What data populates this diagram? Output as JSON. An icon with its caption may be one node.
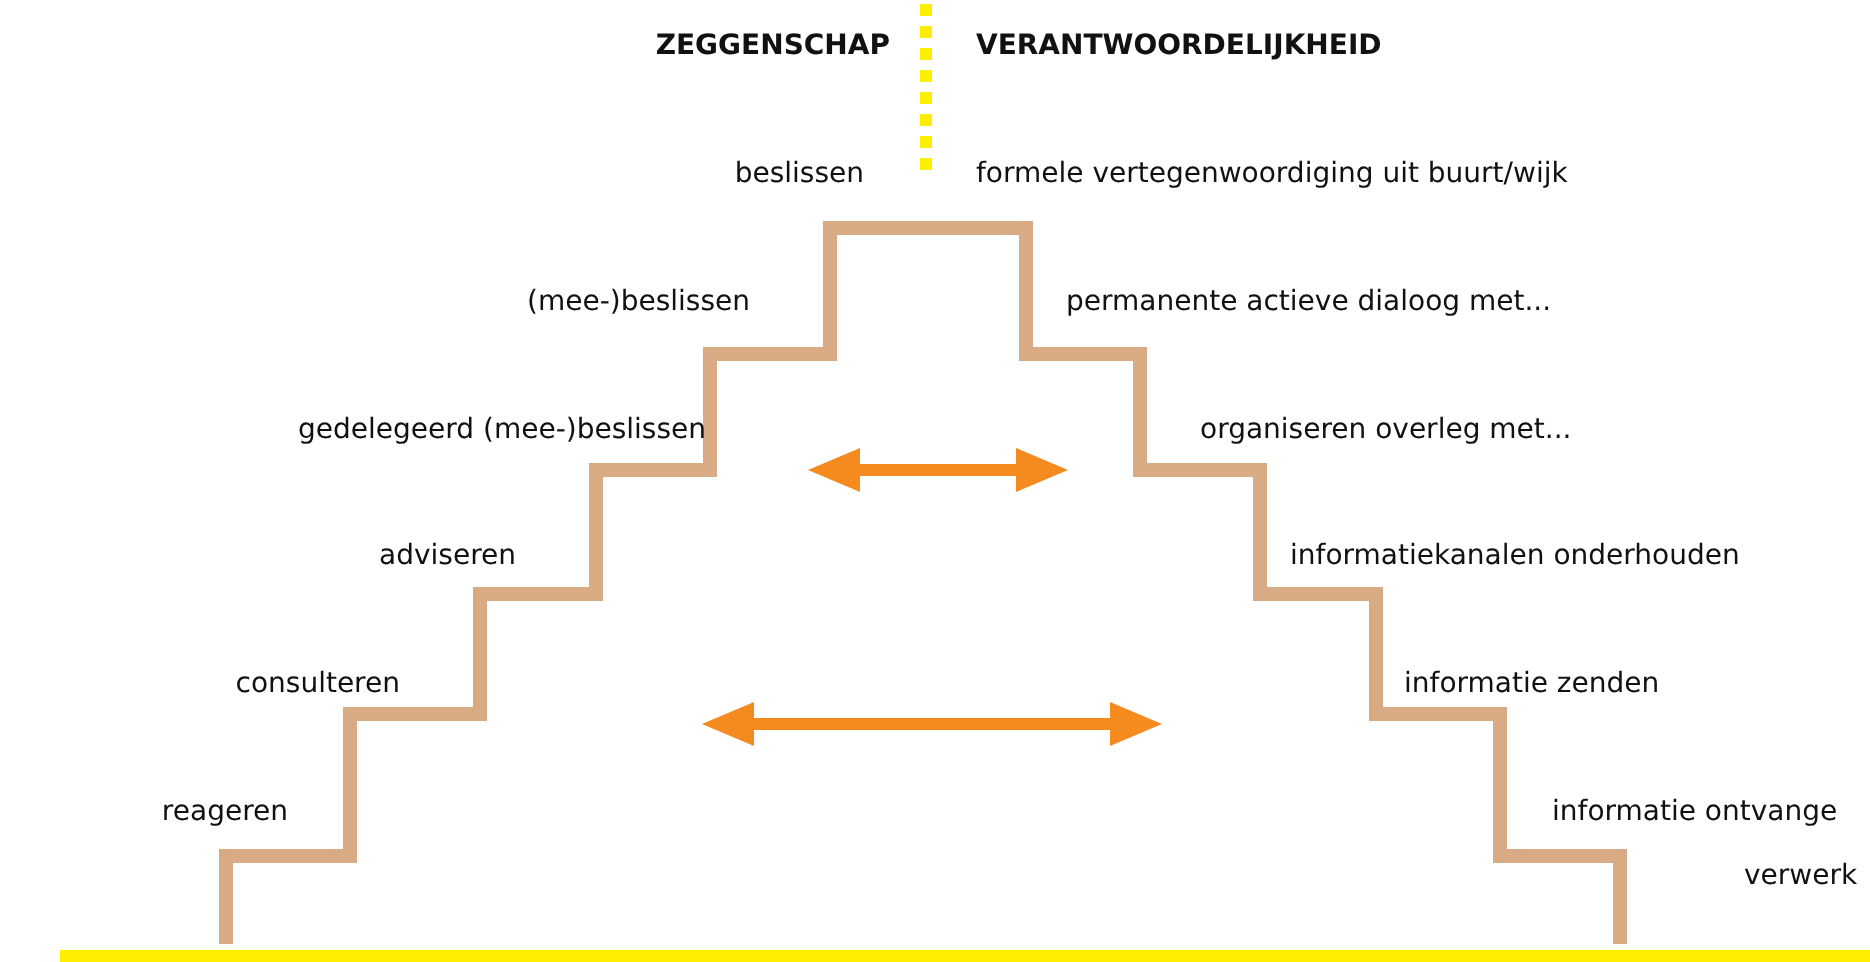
{
  "diagram": {
    "labels": [
      "ZEGGENSCHAP",
      "VERANTWOORDELIJKHEID",
      "beslissen",
      "formele vertegenwoordiging uit buurt/wijk",
      "(mee-)beslissen",
      "permanente actieve dialoog met...",
      "gedelegeerd (mee-)beslissen",
      "organiseren overleg met...",
      "adviseren",
      "informatiekanalen onderhouden",
      "consulteren",
      "informatie zenden",
      "reageren",
      "informatie ontvange",
      "verwerk"
    ]
  }
}
